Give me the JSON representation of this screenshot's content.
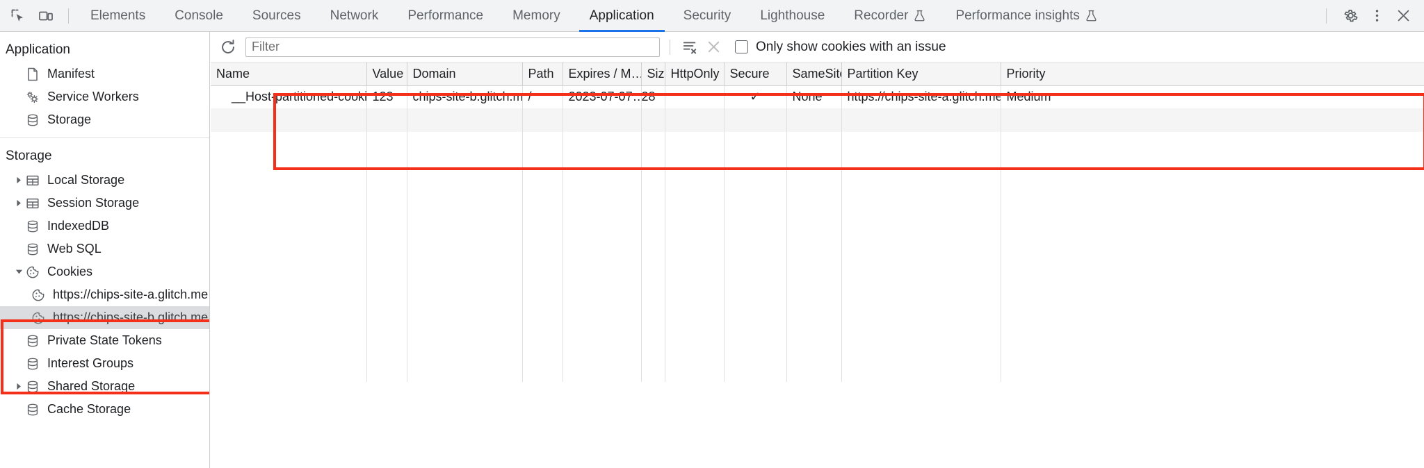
{
  "toolbar": {
    "inspect_icon": "inspect-element-icon",
    "device_icon": "device-toolbar-icon",
    "tabs": [
      {
        "label": "Elements",
        "selected": false,
        "flask": false
      },
      {
        "label": "Console",
        "selected": false,
        "flask": false
      },
      {
        "label": "Sources",
        "selected": false,
        "flask": false
      },
      {
        "label": "Network",
        "selected": false,
        "flask": false
      },
      {
        "label": "Performance",
        "selected": false,
        "flask": false
      },
      {
        "label": "Memory",
        "selected": false,
        "flask": false
      },
      {
        "label": "Application",
        "selected": true,
        "flask": false
      },
      {
        "label": "Security",
        "selected": false,
        "flask": false
      },
      {
        "label": "Lighthouse",
        "selected": false,
        "flask": false
      },
      {
        "label": "Recorder",
        "selected": false,
        "flask": true
      },
      {
        "label": "Performance insights",
        "selected": false,
        "flask": true
      }
    ],
    "settings_icon": "gear-icon",
    "more_icon": "more-vertical-icon",
    "close_icon": "close-icon",
    "accent_color": "#1a73e8"
  },
  "sidebar": {
    "sections": [
      {
        "title": "Application",
        "items": [
          {
            "label": "Manifest",
            "icon": "manifest-document-icon",
            "arrow": "none",
            "selected": false,
            "indent": 1
          },
          {
            "label": "Service Workers",
            "icon": "service-workers-gear-icon",
            "arrow": "none",
            "selected": false,
            "indent": 1
          },
          {
            "label": "Storage",
            "icon": "database-icon",
            "arrow": "none",
            "selected": false,
            "indent": 1
          }
        ]
      },
      {
        "title": "Storage",
        "items": [
          {
            "label": "Local Storage",
            "icon": "table-icon",
            "arrow": "collapsed",
            "selected": false,
            "indent": 1
          },
          {
            "label": "Session Storage",
            "icon": "table-icon",
            "arrow": "collapsed",
            "selected": false,
            "indent": 1
          },
          {
            "label": "IndexedDB",
            "icon": "database-icon",
            "arrow": "none",
            "selected": false,
            "indent": 1
          },
          {
            "label": "Web SQL",
            "icon": "database-icon",
            "arrow": "none",
            "selected": false,
            "indent": 1
          },
          {
            "label": "Cookies",
            "icon": "cookie-icon",
            "arrow": "expanded",
            "selected": false,
            "indent": 1
          },
          {
            "label": "https://chips-site-a.glitch.me",
            "icon": "cookie-icon",
            "arrow": "none",
            "selected": false,
            "indent": 2
          },
          {
            "label": "https://chips-site-b.glitch.me",
            "icon": "cookie-icon",
            "arrow": "none",
            "selected": true,
            "indent": 2
          },
          {
            "label": "Private State Tokens",
            "icon": "database-icon",
            "arrow": "none",
            "selected": false,
            "indent": 1
          },
          {
            "label": "Interest Groups",
            "icon": "database-icon",
            "arrow": "none",
            "selected": false,
            "indent": 1
          },
          {
            "label": "Shared Storage",
            "icon": "database-icon",
            "arrow": "collapsed",
            "selected": false,
            "indent": 1
          },
          {
            "label": "Cache Storage",
            "icon": "database-icon",
            "arrow": "none",
            "selected": false,
            "indent": 1
          }
        ]
      }
    ],
    "highlight_color": "#f4301a"
  },
  "filter_bar": {
    "refresh_icon": "refresh-icon",
    "filter_placeholder": "Filter",
    "filter_value": "",
    "clear_filtered_icon": "clear-filtered-cookies-icon",
    "clear_all_icon": "clear-all-cookies-icon",
    "only_issues_label": "Only show cookies with an issue",
    "only_issues_checked": false
  },
  "cookie_table": {
    "columns": [
      "Name",
      "Value",
      "Domain",
      "Path",
      "Expires / M…",
      "Size",
      "HttpOnly",
      "Secure",
      "SameSite",
      "Partition Key",
      "Priority"
    ],
    "rows": [
      {
        "name": "__Host-partitioned-cookie",
        "value": "123",
        "domain": "chips-site-b.glitch.me",
        "path": "/",
        "expires": "2023-07-07…",
        "size": "28",
        "httponly": "",
        "secure": "✓",
        "samesite": "None",
        "partition_key": "https://chips-site-a.glitch.me",
        "priority": "Medium"
      }
    ],
    "highlight_color": "#f4301a"
  }
}
